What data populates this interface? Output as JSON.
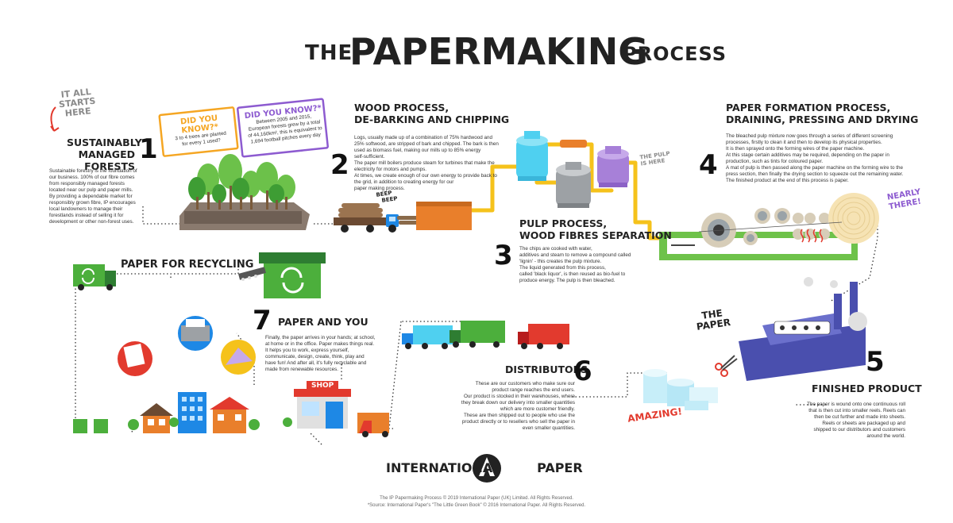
{
  "title": {
    "the": "THE",
    "main": "PAPERMAKING",
    "process": "PROCESS"
  },
  "intro": {
    "line1": "IT ALL",
    "line2": "STARTS",
    "line3": "HERE"
  },
  "dyk1": {
    "heading": "DID YOU KNOW?*",
    "line1": "3 to 4 trees are planted",
    "line2": "for every 1 used?"
  },
  "dyk2": {
    "heading": "DID YOU KNOW?*",
    "line1": "Between 2005 and 2015,",
    "line2": "European forests grew by a total",
    "line3": "of 44,160km², this is equivalent to",
    "line4": "1,694 football pitches every day"
  },
  "steps": {
    "s1": {
      "number": "1",
      "title1": "SUSTAINABLY",
      "title2": "MANAGED FORESTS",
      "lines": [
        "Sustainable forestry is the foundation of",
        "our business. 100% of our fibre comes",
        "from responsibly managed forests",
        "located near our pulp and paper mills.",
        "By providing a dependable market for",
        "responsibly grown fibre, IP encourages",
        "local landowners to manage their",
        "forestlands instead of selling it for",
        "development or other non-forest uses."
      ]
    },
    "s2": {
      "number": "2",
      "title1": "WOOD PROCESS,",
      "title2": "DE-BARKING AND CHIPPING",
      "lines": [
        "Logs, usually made up of a combination of 75% hardwood and",
        "25% softwood, are stripped of bark and chipped. The bark is then",
        "used as biomass fuel, making our mills up to 85% energy",
        "self-sufficient.",
        "The paper mill boilers produce steam for turbines that make the",
        "electricity for motors and pumps.",
        "At times, we create enough of our own energy to provide back to",
        "the grid, in addition to creating energy for our",
        "paper making process."
      ]
    },
    "s3": {
      "number": "3",
      "title1": "PULP PROCESS,",
      "title2": "WOOD FIBRES SEPARATION",
      "lines": [
        "The chips are cooked with water,",
        "additives and steam to remove a compound called",
        "'lignin' - this creates the pulp mixture.",
        "The liquid generated from this process,",
        "called 'black liquor', is then reused as bio-fuel to",
        "produce energy. The pulp is then bleached."
      ]
    },
    "s4": {
      "number": "4",
      "title1": "PAPER FORMATION PROCESS,",
      "title2": "DRAINING, PRESSING AND DRYING",
      "lines": [
        "The bleached pulp mixture now goes through a series of different screening",
        "processes, firstly to clean it and then to develop its physical properties.",
        "It is then sprayed onto the forming wires of the paper machine.",
        "At this stage certain additives may be required, depending on the paper in",
        "production, such as tints for coloured paper.",
        "A mat of pulp is then passed along the paper machine on the forming wire to the",
        "press section, then finally the drying section to squeeze out the remaining water.",
        "The finished product at the end of this process is paper."
      ]
    },
    "s5": {
      "number": "5",
      "title1": "FINISHED PRODUCT",
      "lines": [
        "The paper is wound onto one continuous roll",
        "that is then cut into smaller reels. Reels can",
        "then be cut further and made into sheets.",
        "Reels or sheets are packaged up and",
        "shipped to our distributors and customers",
        "around the world."
      ]
    },
    "s6": {
      "number": "6",
      "title1": "DISTRIBUTORS",
      "lines": [
        "These are our customers who make sure our",
        "product range reaches the end users.",
        "Our product is stocked in their warehouses, where",
        "they break down our delivery into smaller quantities",
        "which are more customer friendly.",
        "These are then shipped out to people who use the",
        "product directly or to resellers who sell the paper in",
        "even smaller quantities."
      ]
    },
    "s7": {
      "number": "7",
      "title1": "PAPER AND YOU",
      "lines": [
        "Finally, the paper arrives in your hands; at school,",
        "at home or in the office. Paper makes things real.",
        "It helps you to work, express yourself,",
        "communicate, design, create, think, play and",
        "have fun! And after all, it's fully recyclable and",
        "made from renewable resources."
      ]
    }
  },
  "recycling": {
    "title": "PAPER FOR RECYCLING"
  },
  "callouts": {
    "beep": "BEEP",
    "beep2": "BEEP",
    "pulp1": "THE PULP",
    "pulp2": "IS HERE",
    "nearly1": "NEARLY",
    "nearly2": "THERE!",
    "thepaper1": "THE",
    "thepaper2": "PAPER",
    "amazing": "AMAZING!",
    "shop": "SHOP"
  },
  "logo": {
    "name1": "INTERNATIONAL",
    "name2": "PAPER"
  },
  "footer": {
    "line1": "The IP Papermaking Process © 2019 International Paper (UK) Limited. All Rights Reserved.",
    "line2": "*Source: International Paper's \"The Little Green Book\" © 2016 International Paper. All Rights Reserved."
  },
  "colors": {
    "path": "#f5c21b",
    "green": "#4caf3c",
    "blue": "#1e88e5",
    "purple": "#7b4fc2",
    "orange": "#e97f2b",
    "red": "#e23a2e",
    "cyan": "#4fd0f0",
    "navy": "#4a4fae"
  }
}
